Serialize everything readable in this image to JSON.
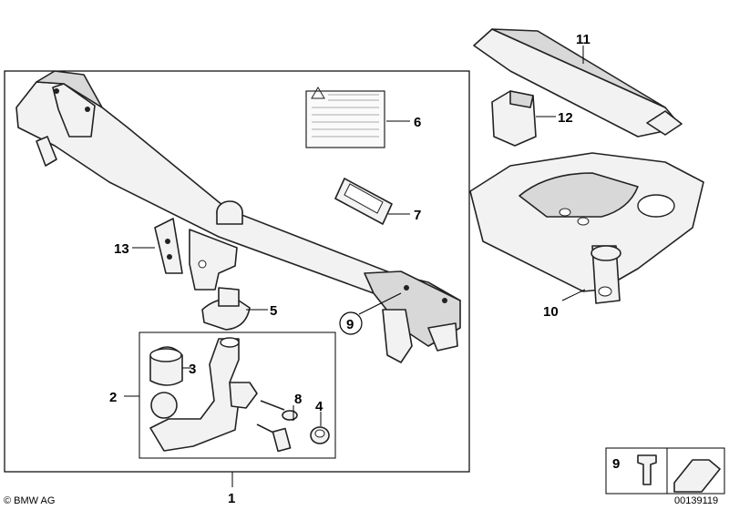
{
  "callouts": {
    "c1": "1",
    "c2": "2",
    "c3": "3",
    "c4": "4",
    "c5": "5",
    "c6": "6",
    "c7": "7",
    "c8": "8",
    "c9": "9",
    "c10": "10",
    "c11": "11",
    "c12": "12",
    "c13": "13"
  },
  "inset": {
    "label": "9"
  },
  "footer": {
    "brand": "BMW AG",
    "copyright_symbol": "©",
    "image_number": "00139119"
  }
}
